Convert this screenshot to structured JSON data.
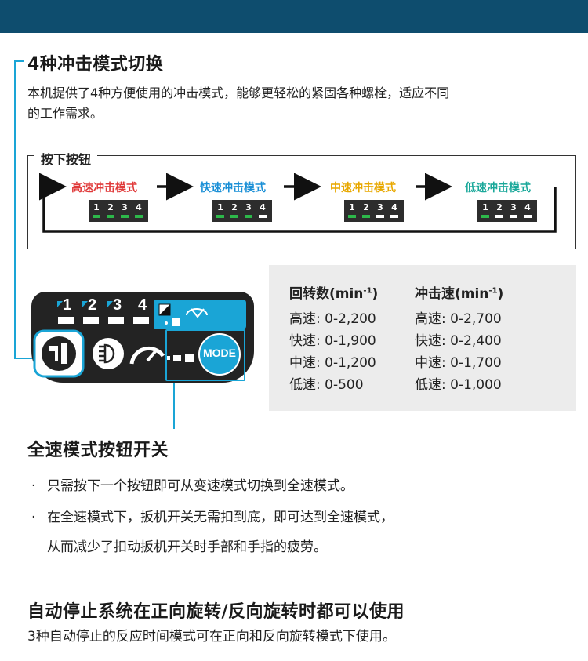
{
  "section1": {
    "title": "4种冲击模式切换",
    "desc_line1": "本机提供了4种方便使用的冲击模式，能够更轻松的紧固各种螺栓，适应不同",
    "desc_line2": "的工作需求。"
  },
  "sequence": {
    "label": "按下按钮",
    "modes": [
      {
        "name": "高速冲击模式",
        "color": "#e03a3a",
        "level": 4
      },
      {
        "name": "快速冲击模式",
        "color": "#1a8fd6",
        "level": 3
      },
      {
        "name": "中速冲击模式",
        "color": "#e8a800",
        "level": 2
      },
      {
        "name": "低速冲击模式",
        "color": "#1aa89a",
        "level": 1
      }
    ],
    "led_numbers": [
      "1",
      "2",
      "3",
      "4"
    ]
  },
  "specs": {
    "rpm_header": "回转数(min",
    "ipm_header": "冲击速(min",
    "unit_sup": "-1",
    "unit_close": ")",
    "rpm": [
      "高速: 0-2,200",
      "快速: 0-1,900",
      "中速: 0-1,200",
      "低速: 0-500"
    ],
    "ipm": [
      "高速: 0-2,700",
      "快速: 0-2,400",
      "中速: 0-1,700",
      "低速: 0-1,000"
    ]
  },
  "panel": {
    "numbers": [
      "1",
      "2",
      "3",
      "4"
    ],
    "mode_button": "MODE",
    "icons": [
      "impact-mode-icon",
      "light-icon",
      "speed-gauge-icon",
      "rotation-icon",
      "auto-stop-icon"
    ]
  },
  "section2": {
    "title": "全速模式按钮开关",
    "bullet_mark": "·",
    "bullet1": "只需按下一个按钮即可从变速模式切换到全速模式。",
    "bullet2_line1": "在全速模式下，扳机开关无需扣到底，即可达到全速模式，",
    "bullet2_line2": "从而减少了扣动扳机开关时手部和手指的疲劳。"
  },
  "section3": {
    "title": "自动停止系统在正向旋转/反向旋转时都可以使用",
    "desc": "3种自动停止的反应时间模式可在正向和反向旋转模式下使用。"
  },
  "colors": {
    "accent": "#1aa5d6",
    "header_bar": "#0e4d6e",
    "led_green": "#2db84a",
    "led_blue": "#1aa5d6"
  }
}
